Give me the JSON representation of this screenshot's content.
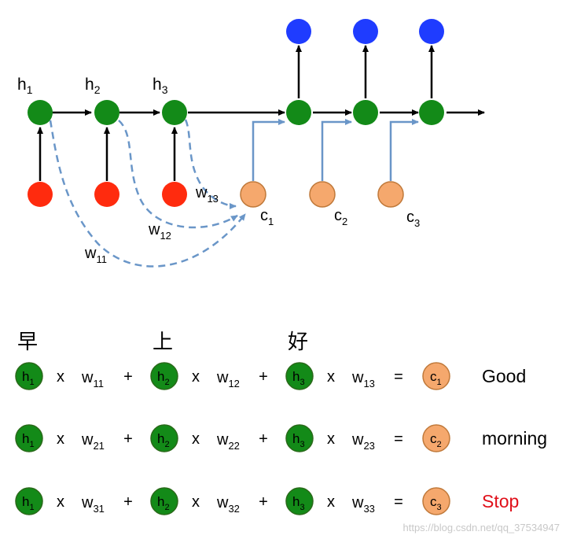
{
  "colors": {
    "hidden": "#138a18",
    "hidden_stroke": "#2a6a1a",
    "input": "#ff2b0e",
    "output": "#1f3cff",
    "context": "#f5a86d",
    "context_stroke": "#c0793a",
    "arrow_black": "#000000",
    "arrow_blue": "#6a96c8",
    "dashed": "#6a96c8",
    "stop": "#e0101a"
  },
  "diagram": {
    "encoder_labels": [
      {
        "base": "h",
        "sub": "1"
      },
      {
        "base": "h",
        "sub": "2"
      },
      {
        "base": "h",
        "sub": "3"
      }
    ],
    "weight_labels": [
      {
        "base": "w",
        "sub": "13"
      },
      {
        "base": "w",
        "sub": "12"
      },
      {
        "base": "w",
        "sub": "11"
      }
    ],
    "context_labels": [
      {
        "base": "c",
        "sub": "1"
      },
      {
        "base": "c",
        "sub": "2"
      },
      {
        "base": "c",
        "sub": "3"
      }
    ]
  },
  "chinese": [
    "早",
    "上",
    "好"
  ],
  "equations": [
    {
      "terms": [
        {
          "h": "h",
          "hs": "1",
          "w": "w",
          "ws": "11"
        },
        {
          "h": "h",
          "hs": "2",
          "w": "w",
          "ws": "12"
        },
        {
          "h": "h",
          "hs": "3",
          "w": "w",
          "ws": "13"
        }
      ],
      "times": "x",
      "plus": "+",
      "equals": "=",
      "c": "c",
      "cs": "1",
      "word": "Good",
      "word_color": "#000000"
    },
    {
      "terms": [
        {
          "h": "h",
          "hs": "1",
          "w": "w",
          "ws": "21"
        },
        {
          "h": "h",
          "hs": "2",
          "w": "w",
          "ws": "22"
        },
        {
          "h": "h",
          "hs": "3",
          "w": "w",
          "ws": "23"
        }
      ],
      "times": "x",
      "plus": "+",
      "equals": "=",
      "c": "c",
      "cs": "2",
      "word": "morning",
      "word_color": "#000000"
    },
    {
      "terms": [
        {
          "h": "h",
          "hs": "1",
          "w": "w",
          "ws": "31"
        },
        {
          "h": "h",
          "hs": "2",
          "w": "w",
          "ws": "32"
        },
        {
          "h": "h",
          "hs": "3",
          "w": "w",
          "ws": "33"
        }
      ],
      "times": "x",
      "plus": "+",
      "equals": "=",
      "c": "c",
      "cs": "3",
      "word": "Stop",
      "word_color": "#e0101a"
    }
  ],
  "watermark": "https://blog.csdn.net/qq_37534947"
}
